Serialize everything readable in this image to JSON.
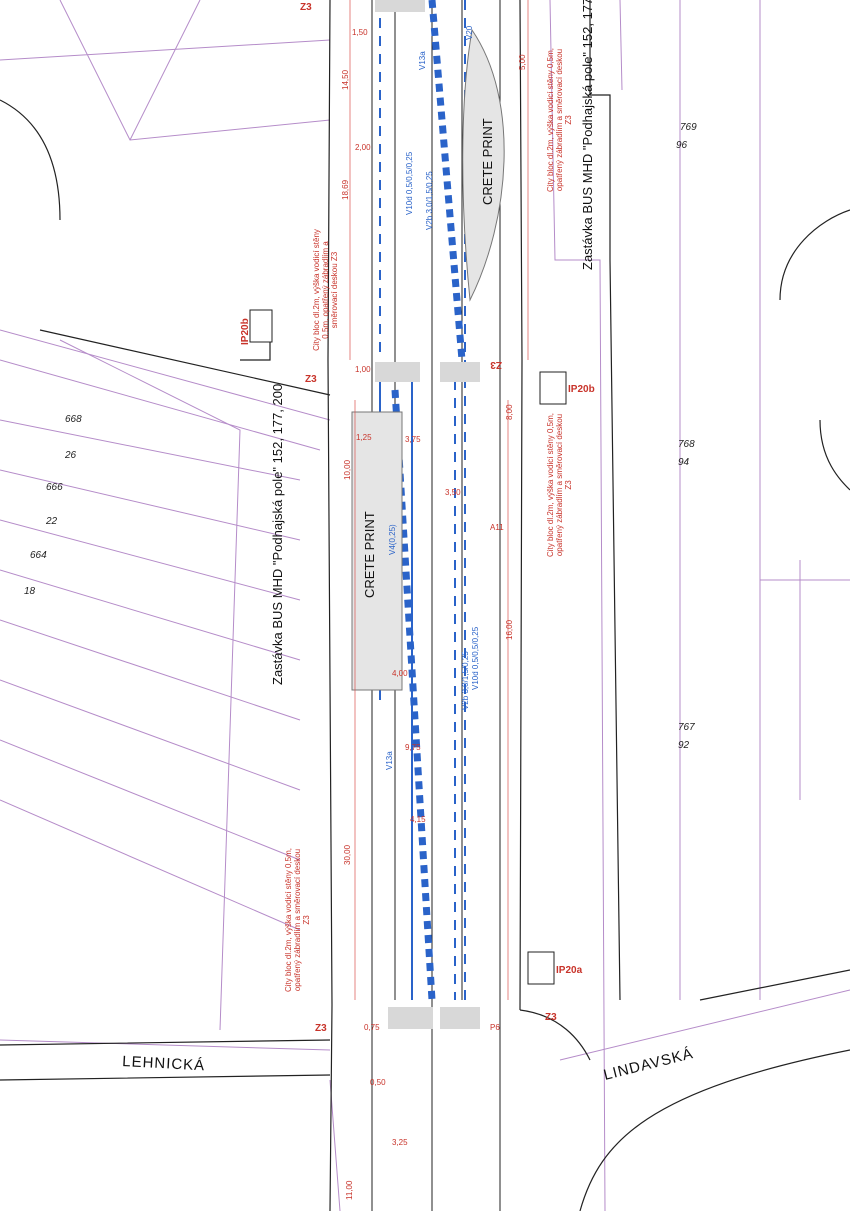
{
  "bus_stop_label": "Zastávka BUS MHD \"Podhajská pole\" 152, 177, 200",
  "crete_print": "CRETE PRINT",
  "streets": {
    "left": "LEHNICKÁ",
    "right": "LINDAVSKÁ"
  },
  "signs": {
    "z3": "Z3",
    "ip20a": "IP20a",
    "ip20b": "IP20b",
    "a11": "A11",
    "p6": "P6"
  },
  "note": "City bloc dl.2m, výška vodicí stěny 0,5m, opatřený zábradlím a směrovací deskou Z3",
  "lots": [
    "769",
    "96",
    "768",
    "94",
    "767",
    "92",
    "668",
    "26",
    "666",
    "22",
    "664",
    "18"
  ],
  "markings": [
    "V13a",
    "V2b 3,0/1,5/0,25",
    "V10d 0,5/0,5/0,25",
    "V20",
    "V4(0,25)"
  ],
  "dimensions": [
    "1,50",
    "14,50",
    "2,00",
    "18,69",
    "5,00",
    "10,00",
    "3,75",
    "1,25",
    "4,00",
    "30,00",
    "11,00",
    "3,50",
    "1,00",
    "0,75",
    "3,25",
    "16,00",
    "8,00",
    "0,50",
    "4,15",
    "9,75"
  ],
  "colors": {
    "kerb": "#222222",
    "parcel": "#b58cc9",
    "dimension": "#c8332a",
    "marking": "#2a63c9"
  }
}
